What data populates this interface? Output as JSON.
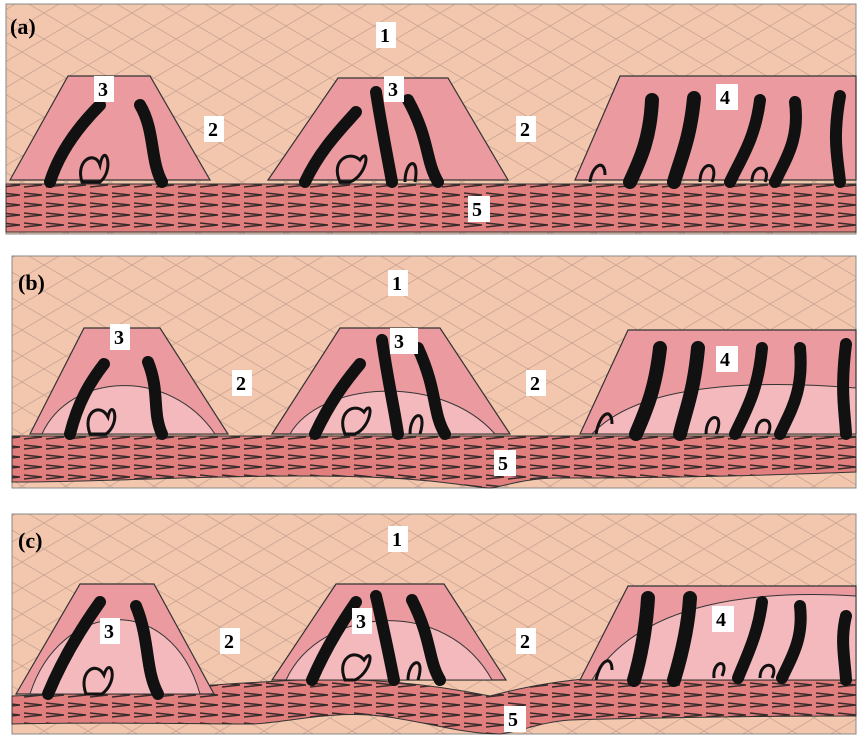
{
  "panels": [
    {
      "tag": "(a)",
      "labels": {
        "matrix": "1",
        "interstitial": "2",
        "pillar_small": "3",
        "pillar_large": "4",
        "substrate": "5"
      }
    },
    {
      "tag": "(b)",
      "labels": {
        "matrix": "1",
        "interstitial": "2",
        "pillar_small": "3",
        "pillar_large": "4",
        "substrate": "5"
      }
    },
    {
      "tag": "(c)",
      "labels": {
        "matrix": "1",
        "interstitial": "2",
        "pillar_small": "3",
        "pillar_large": "4",
        "substrate": "5"
      }
    }
  ],
  "colors": {
    "matrix": "#f3c7ad",
    "lattice": "#c9a595",
    "pillar": "#eb9aa0",
    "pillar_inner": "#f4b9bd",
    "substrate": "#e07f7e",
    "fibers": "#111111",
    "stripes": "#3b2a2a"
  }
}
